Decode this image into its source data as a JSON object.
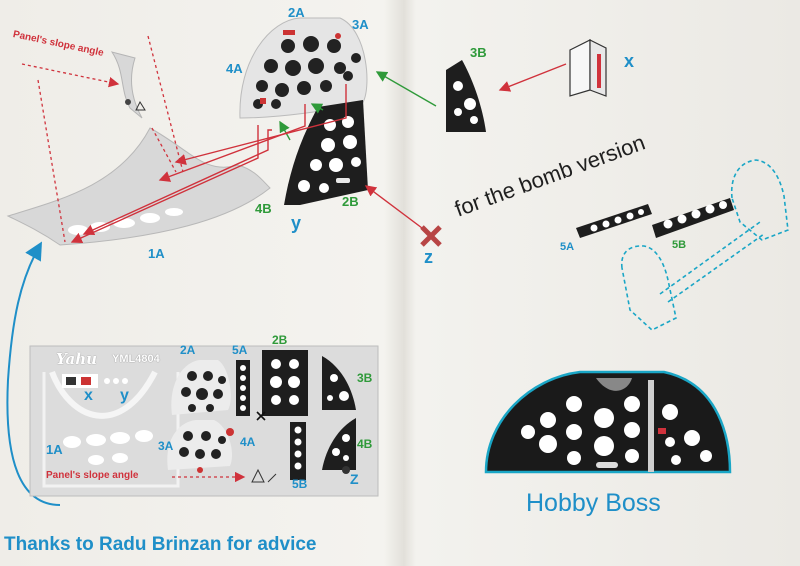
{
  "labels": {
    "l_2a_top": "2A",
    "l_3a_top": "3A",
    "l_4a_top": "4A",
    "l_3b_top": "3B",
    "l_x_top": "x",
    "l_4b_top": "4B",
    "l_y_top": "y",
    "l_2b_top": "2B",
    "l_1a_top": "1A",
    "l_z_top": "z",
    "l_5a_top": "5A",
    "l_5b_top": "5B",
    "slope_top": "Panel's slope angle",
    "bomb_note": "for the bomb version"
  },
  "fret": {
    "title": "Yahu",
    "code": "YML4804",
    "l_2a": "2A",
    "l_5a": "5A",
    "l_2b": "2B",
    "l_3b": "3B",
    "l_x": "x",
    "l_y": "y",
    "l_1a": "1A",
    "l_3a": "3A",
    "l_4a": "4A",
    "l_x_small": "x",
    "l_4b": "4B",
    "l_5b": "5B",
    "l_z": "Z",
    "slope": "Panel's slope angle"
  },
  "kit_name": "Hobby Boss",
  "credit": "Thanks to Radu Brinzan for advice",
  "colors": {
    "blue": "#1f8fc8",
    "green": "#2f9a3a",
    "red": "#d0323c",
    "panel": "#1e1e1e",
    "cyan_outline": "#1aa6c6"
  }
}
